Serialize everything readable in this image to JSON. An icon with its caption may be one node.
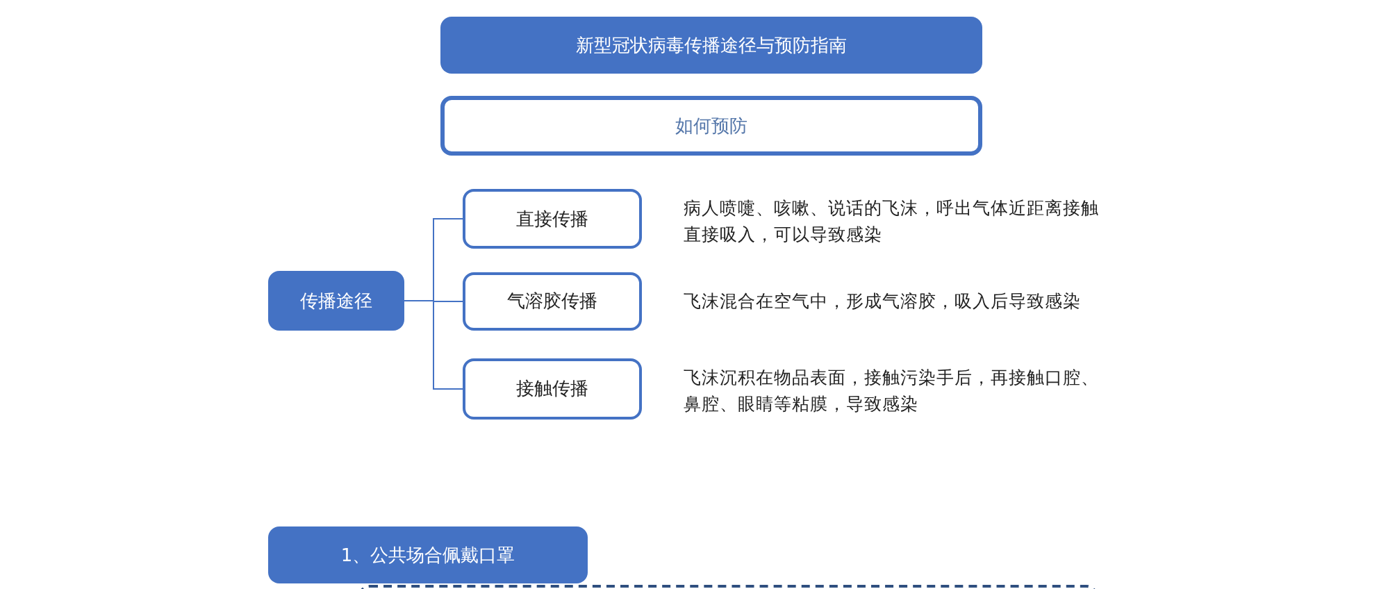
{
  "diagram": {
    "title": "新型冠状病毒传播途径与预防指南",
    "nodes": [
      {
        "text": [
          "如何预防"
        ]
      },
      {
        "text": [
          "传播途径"
        ]
      },
      {
        "text": [
          "直接传播"
        ],
        "beside": [
          "病人喷嚏、咳嗽、说话的飞沫，呼出气体近距离接触直接吸入，可以导致感染"
        ]
      },
      {
        "text": [
          "气溶胶传播"
        ],
        "beside": [
          "飞沫混合在空气中，形成气溶胶，吸入后导致感染"
        ]
      },
      {
        "text": [
          "接触传播"
        ],
        "beside": [
          "飞沫沉积在物品表面，接触污染手后，再接触口腔、鼻腔、眼睛等粘膜，导致感染"
        ]
      },
      {
        "text": [
          "1、公共场合佩戴口罩"
        ]
      },
      {
        "text": [],
        "shape": "box"
      }
    ],
    "edges": [
      {
        "from": 1,
        "to": 2,
        "arrow": "none"
      },
      {
        "from": 1,
        "to": 3,
        "arrow": "none"
      },
      {
        "from": 1,
        "to": 4,
        "arrow": "none"
      }
    ]
  }
}
